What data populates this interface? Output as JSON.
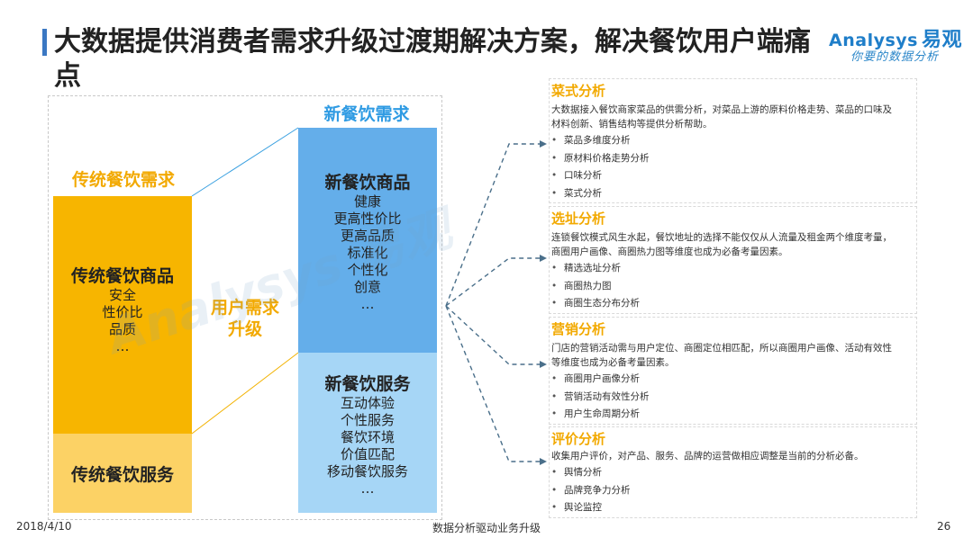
{
  "header": {
    "title": "大数据提供消费者需求升级过渡期解决方案，解决餐饮用户端痛点",
    "logo_brand": "nalysys",
    "logo_brand_prefix": "A",
    "logo_cn": "易观",
    "logo_slogan": "你要的数据分析"
  },
  "left": {
    "traditional_heading": "传统餐饮需求",
    "new_heading": "新餐饮需求",
    "upgrade_lines": [
      "用户需求",
      "升级"
    ],
    "traditional_goods": {
      "title": "传统餐饮商品",
      "items": [
        "安全",
        "性价比",
        "品质",
        "…"
      ]
    },
    "traditional_service": {
      "title": "传统餐饮服务"
    },
    "new_goods": {
      "title": "新餐饮商品",
      "items": [
        "健康",
        "更高性价比",
        "更高品质",
        "标准化",
        "个性化",
        "创意",
        "…"
      ]
    },
    "new_service": {
      "title": "新餐饮服务",
      "items": [
        "互动体验",
        "个性服务",
        "餐饮环境",
        "价值匹配",
        "移动餐饮服务",
        "…"
      ]
    }
  },
  "panels": [
    {
      "title": "菜式分析",
      "desc": [
        "大数据接入餐饮商家菜品的供需分析，对菜品上游的原料价格走势、菜品的口味及",
        "材料创新、销售结构等提供分析帮助。"
      ],
      "items": [
        "菜品多维度分析",
        "原材料价格走势分析",
        "口味分析",
        "菜式分析"
      ]
    },
    {
      "title": "选址分析",
      "desc": [
        "连锁餐饮模式风生水起，餐饮地址的选择不能仅仅从人流量及租金两个维度考量，",
        "商圈用户画像、商圈热力图等维度也成为必备考量因素。"
      ],
      "items": [
        "精选选址分析",
        "商圈热力图",
        "商圈生态分布分析"
      ]
    },
    {
      "title": "营销分析",
      "desc": [
        "门店的营销活动需与用户定位、商圈定位相匹配，所以商圈用户画像、活动有效性",
        "等维度也成为必备考量因素。"
      ],
      "items": [
        "商圈用户画像分析",
        "营销活动有效性分析",
        "用户生命周期分析"
      ]
    },
    {
      "title": "评价分析",
      "desc": [
        "收集用户评价，对产品、服务、品牌的运营做相应调整是当前的分析必备。"
      ],
      "items": [
        "舆情分析",
        "品牌竞争力分析",
        "舆论监控"
      ]
    }
  ],
  "footer": {
    "date": "2018/4/10",
    "center": "数据分析驱动业务升级",
    "page": "26"
  },
  "colors": {
    "accent_orange": "#f2a900",
    "accent_blue": "#2f9be3",
    "box_goods": "#f7b500",
    "box_service": "#fcd265",
    "box_newgoods": "#64aeea",
    "box_newservice": "#a6d6f6",
    "connector": "#4a6f8a"
  }
}
